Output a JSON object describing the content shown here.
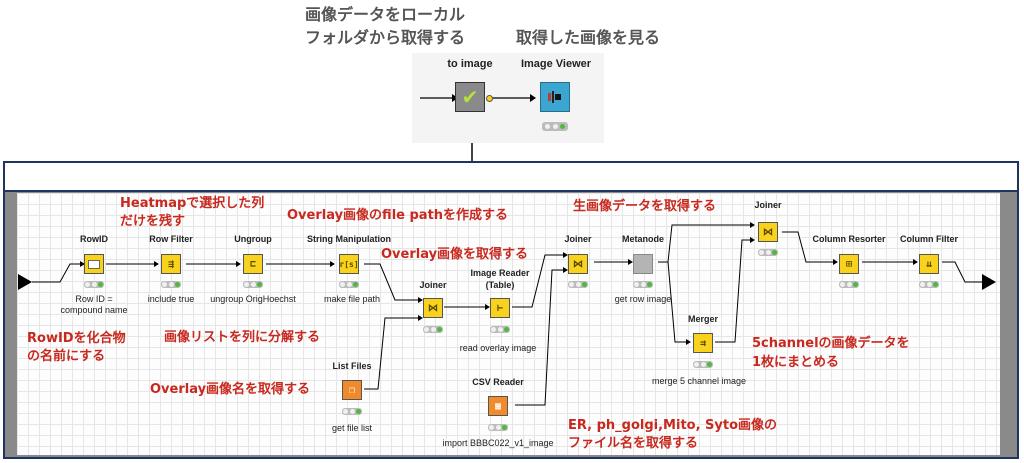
{
  "top": {
    "title_line1": "画像データをローカル",
    "title_line2": "フォルダから取得する",
    "title_right": "取得した画像を見る",
    "node_to_image": "to image",
    "node_image_viewer": "Image Viewer"
  },
  "nodes": {
    "rowid": {
      "title": "RowID",
      "sub1": "Row ID =",
      "sub2": "compound name"
    },
    "row_filter": {
      "title": "Row Filter",
      "sub": "include true"
    },
    "ungroup": {
      "title": "Ungroup",
      "sub": "ungroup OrigHoechst"
    },
    "string_manip": {
      "title": "String Manipulation",
      "sub": "make file path"
    },
    "joiner1": {
      "title": "Joiner"
    },
    "image_reader": {
      "title1": "Image Reader",
      "title2": "(Table)",
      "sub": "read overlay image"
    },
    "list_files": {
      "title": "List Files",
      "sub": "get file list"
    },
    "csv_reader": {
      "title": "CSV Reader",
      "sub": "import BBBC022_v1_image"
    },
    "joiner2": {
      "title": "Joiner"
    },
    "metanode": {
      "title": "Metanode",
      "sub": "get row image"
    },
    "merger": {
      "title": "Merger",
      "sub": "merge 5 channel image"
    },
    "joiner3": {
      "title": "Joiner"
    },
    "column_resorter": {
      "title": "Column Resorter"
    },
    "column_filter": {
      "title": "Column Filter"
    }
  },
  "annotations": {
    "heatmap1": "Heatmapで選択した列",
    "heatmap2": "だけを残す",
    "overlay_path": "Overlay画像のfile pathを作成する",
    "overlay_get": "Overlay画像を取得する",
    "raw_get": "生画像データを取得する",
    "rowid1": "RowIDを化合物",
    "rowid2": "の名前にする",
    "ungroup_note": "画像リストを列に分解する",
    "overlay_name": "Overlay画像名を取得する",
    "merge1": "5channelの画像データを",
    "merge2": "1枚にまとめる",
    "csv1": "ER, ph_golgi,Mito, Syto画像の",
    "csv2": "ファイル名を取得する"
  },
  "icons": {
    "to_image": "check-icon",
    "image_viewer": "viewer-icon",
    "rowid": "id-card-icon",
    "row_filter": "filter-arrows-icon",
    "ungroup": "ungroup-icon",
    "string_manip": "string-icon",
    "joiner": "join-icon",
    "image_reader": "reader-icon",
    "list_files": "file-list-icon",
    "csv_reader": "table-icon",
    "merger": "merge-icon",
    "column_resorter": "resort-icon",
    "column_filter": "column-filter-icon"
  },
  "colors": {
    "node_yellow": "#f8d21c",
    "node_orange": "#f08a2a",
    "node_blue": "#3ba7d1",
    "annotation_red": "#c8281e",
    "frame_gray": "#8a8a8a"
  }
}
